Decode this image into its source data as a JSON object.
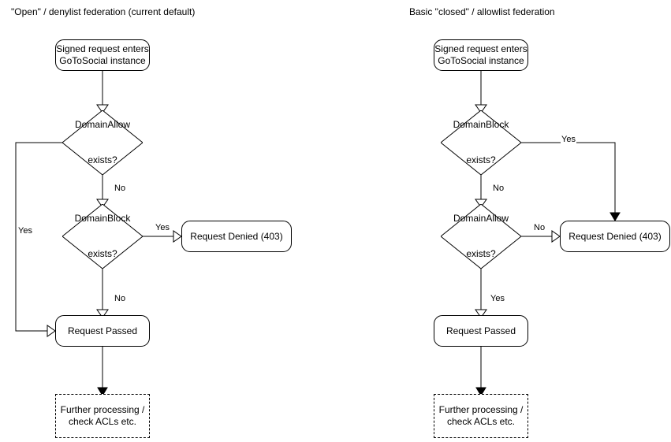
{
  "diagram": {
    "title_left": "\"Open\" / denylist federation (current default)",
    "title_right": "Basic \"closed\" / allowlist federation"
  },
  "left": {
    "title": "\"Open\" / denylist federation (current default)",
    "nodes": {
      "start_line1": "Signed request enters",
      "start_line2": "GoToSocial instance",
      "decision1_line1": "DomainAllow",
      "decision1_line2": "exists?",
      "decision2_line1": "DomainBlock",
      "decision2_line2": "exists?",
      "denied": "Request Denied (403)",
      "passed": "Request Passed",
      "further_line1": "Further processing /",
      "further_line2": "check ACLs etc."
    },
    "labels": {
      "allow_yes": "Yes",
      "allow_no": "No",
      "block_yes": "Yes",
      "block_no": "No"
    }
  },
  "right": {
    "title": "Basic \"closed\" / allowlist federation",
    "nodes": {
      "start_line1": "Signed request enters",
      "start_line2": "GoToSocial instance",
      "decision1_line1": "DomainBlock",
      "decision1_line2": "exists?",
      "decision2_line1": "DomainAllow",
      "decision2_line2": "exists?",
      "denied": "Request Denied (403)",
      "passed": "Request Passed",
      "further_line1": "Further processing /",
      "further_line2": "check ACLs etc."
    },
    "labels": {
      "block_yes": "Yes",
      "block_no": "No",
      "allow_no": "No",
      "allow_yes": "Yes"
    }
  },
  "style": {
    "stroke": "#000000",
    "fill": "#ffffff",
    "text": "#000000"
  }
}
